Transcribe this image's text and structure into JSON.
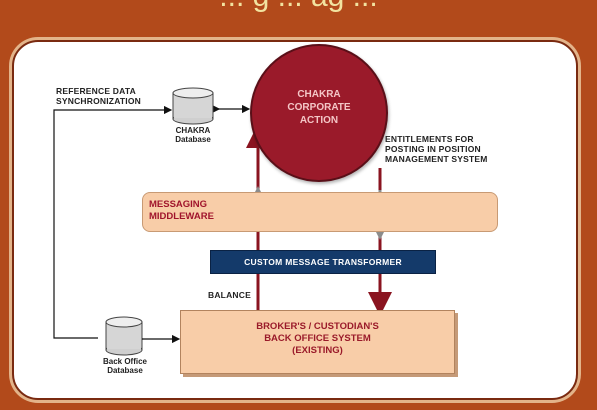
{
  "title": "... g ... ag ...",
  "nodes": {
    "chakra_corporate_action": "CHAKRA\nCORPORATE\nACTION",
    "messaging_middleware": "MESSAGING\nMIDDLEWARE",
    "custom_message_transformer": "CUSTOM MESSAGE TRANSFORMER",
    "back_office_system": "BROKER'S / CUSTODIAN'S\nBACK OFFICE SYSTEM\n(EXISTING)",
    "chakra_database": "CHAKRA\nDatabase",
    "back_office_database": "Back Office\nDatabase"
  },
  "labels": {
    "reference_data": "REFERENCE DATA\nSYNCHRONIZATION",
    "entitlements": "ENTITLEMENTS FOR\nPOSTING IN POSITION\nMANAGEMENT SYSTEM",
    "balance": "BALANCE"
  },
  "colors": {
    "background": "#b24a1b",
    "circle": "#9a1a2a",
    "box_fill": "#f8cda8",
    "arrow": "#8a1420",
    "transformer": "#143a6a"
  }
}
